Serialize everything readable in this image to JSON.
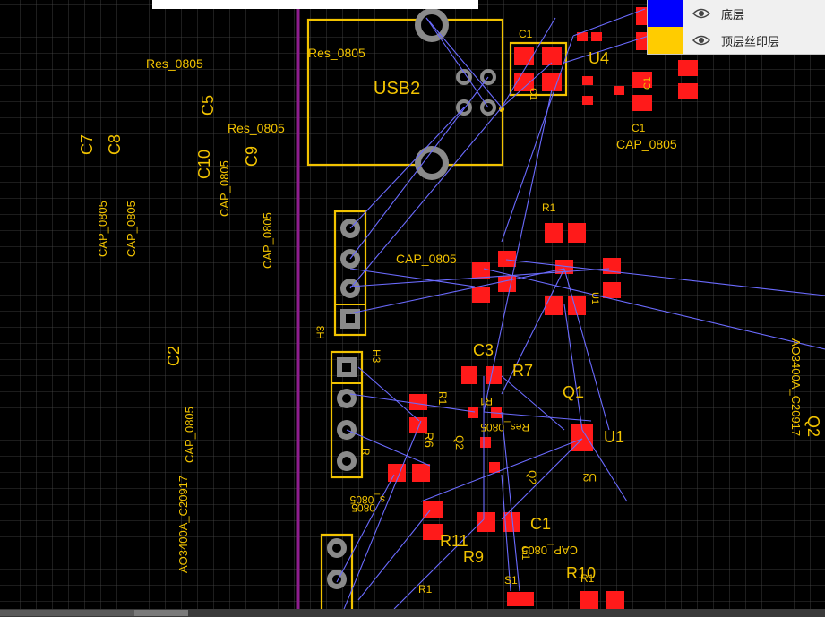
{
  "colors": {
    "background": "#000000",
    "silkscreen": "#f2c300",
    "pad": "#ff1a1a",
    "ratsnest": "#6b6bff",
    "board_edge": "#8e1e8e",
    "bottom_layer": "#0000ff",
    "top_silk_layer": "#ffcc00"
  },
  "layers": [
    {
      "name": "底层",
      "color": "#0000ff",
      "icon": "eye-icon"
    },
    {
      "name": "顶层丝印层",
      "color": "#ffcc00",
      "icon": "eye-icon"
    }
  ],
  "labels": [
    {
      "text": "Res_0805",
      "size": 14
    },
    {
      "text": "C5",
      "size": 18
    },
    {
      "text": "C7",
      "size": 18
    },
    {
      "text": "C8",
      "size": 18
    },
    {
      "text": "Res_0805",
      "size": 14
    },
    {
      "text": "C10",
      "size": 18
    },
    {
      "text": "C9",
      "size": 18
    },
    {
      "text": "CAP_0805",
      "size": 13
    },
    {
      "text": "CAP_0805",
      "size": 13
    },
    {
      "text": "CAP_0805",
      "size": 13
    },
    {
      "text": "CAP_0805",
      "size": 13
    },
    {
      "text": "C2",
      "size": 18
    },
    {
      "text": "CAP_0805",
      "size": 13
    },
    {
      "text": "AO3400A_C20917",
      "size": 13
    },
    {
      "text": "Res_0805",
      "size": 14
    },
    {
      "text": "USB2",
      "size": 20
    },
    {
      "text": "C1",
      "size": 12
    },
    {
      "text": "U4",
      "size": 18
    },
    {
      "text": "C1",
      "size": 12
    },
    {
      "text": "CAP_0805",
      "size": 14
    },
    {
      "text": "R1",
      "size": 12
    },
    {
      "text": "CAP_0805",
      "size": 14
    },
    {
      "text": "H3",
      "size": 12
    },
    {
      "text": "H3",
      "size": 12
    },
    {
      "text": "C3",
      "size": 18
    },
    {
      "text": "R7",
      "size": 18
    },
    {
      "text": "Q1",
      "size": 18
    },
    {
      "text": "U1",
      "size": 18
    },
    {
      "text": "AO3400A_C20917",
      "size": 13
    },
    {
      "text": "Q2",
      "size": 18
    },
    {
      "text": "C1",
      "size": 18
    },
    {
      "text": "R11",
      "size": 18
    },
    {
      "text": "R9",
      "size": 18
    },
    {
      "text": "R10",
      "size": 18
    },
    {
      "text": "S1",
      "size": 12
    },
    {
      "text": "R1",
      "size": 12
    },
    {
      "text": "CAP_0805",
      "size": 13
    },
    {
      "text": "Res_0805",
      "size": 12
    },
    {
      "text": "U2",
      "size": 12
    },
    {
      "text": "R1",
      "size": 12
    },
    {
      "text": "R1",
      "size": 12
    },
    {
      "text": "Q2",
      "size": 12
    },
    {
      "text": "Q2",
      "size": 12
    },
    {
      "text": "s_0805",
      "size": 12
    },
    {
      "text": "0805",
      "size": 12
    },
    {
      "text": "C1",
      "size": 12
    },
    {
      "text": "R1",
      "size": 12
    },
    {
      "text": "R6",
      "size": 14
    },
    {
      "text": "R",
      "size": 12
    },
    {
      "text": "C1",
      "size": 11
    },
    {
      "text": "C1",
      "size": 11
    },
    {
      "text": "U1",
      "size": 11
    }
  ]
}
